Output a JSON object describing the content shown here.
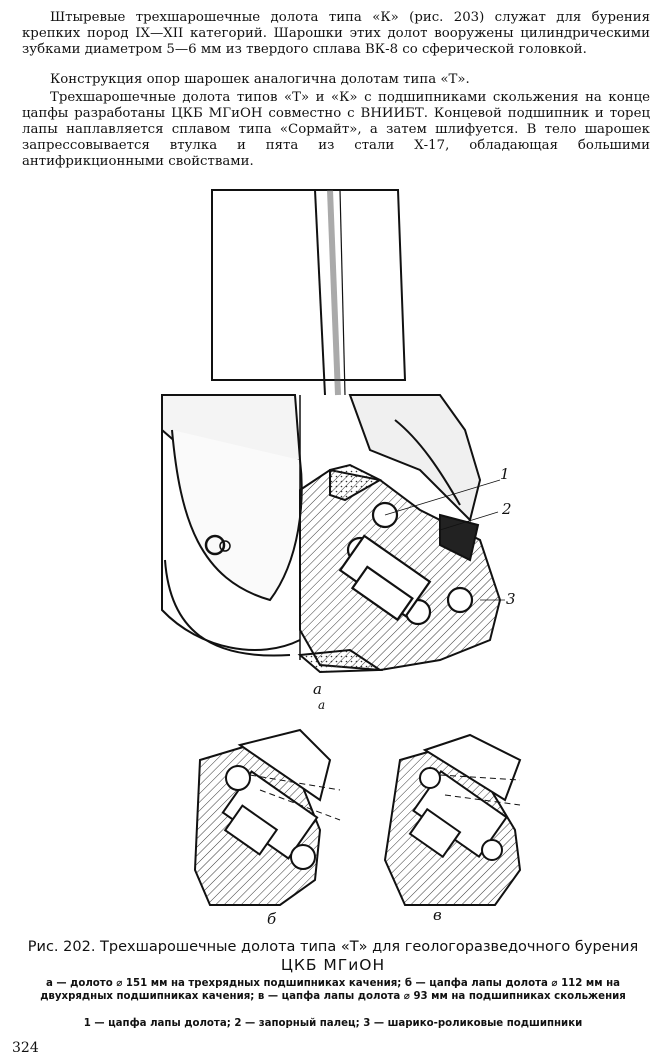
{
  "text": {
    "p1": "Штыревые трехшарошечные долота типа «К» (рис. 203) служат для бурения крепких пород IX—XII категорий. Шарошки этих долот вооружены цилиндрическими зубками диаметром 5—6 мм из твердого сплава ВК-8 со сферической головкой.",
    "p2": "Конструкция опор шарошек аналогична долотам типа «Т».",
    "p3": "Трехшарошечные долота типов «Т» и «К» с подшипниками скольжения на конце цапфы разработаны ЦКБ МГиОН совместно с ВНИИБТ. Концевой подшипник и торец лапы наплавляется сплавом типа «Сормайт», а затем шлифуется. В тело шарошек запрессовывается втулка и пята из стали Х-17, обладающая большими антифрикционными свойствами."
  },
  "figure": {
    "label_a_top": "а",
    "label_a_bottom": "а",
    "label_b": "б",
    "label_v": "в",
    "callout_1": "1",
    "callout_2": "2",
    "callout_3": "3"
  },
  "caption": {
    "title": "Рис. 202. Трехшарошечные долота типа «Т» для геологоразведочного бурения",
    "title2": "ЦКБ МГиОН",
    "sub": "а — долото ⌀ 151 мм на трехрядных подшипниках качения; б — цапфа лапы долота ⌀ 112 мм на двухрядных подшипниках качения; в — цапфа лапы долота ⌀ 93 мм на подшипниках скольжения",
    "sub2": "1 — цапфа лапы долота; 2 — запорный палец; 3 — шарико-роликовые подшипники"
  },
  "page_number": "324"
}
